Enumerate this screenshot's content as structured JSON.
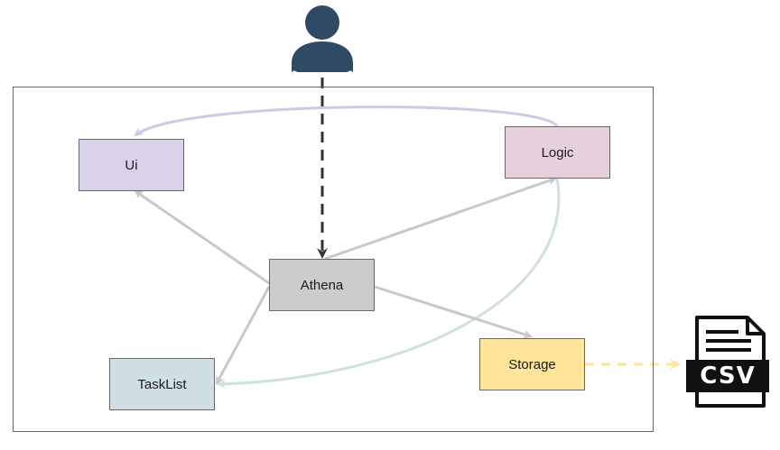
{
  "nodes": {
    "ui": {
      "label": "Ui",
      "fill": "#dad2ea"
    },
    "logic": {
      "label": "Logic",
      "fill": "#e6d0de"
    },
    "athena": {
      "label": "Athena",
      "fill": "#cccccc"
    },
    "tasklist": {
      "label": "TaskList",
      "fill": "#d0dfe3"
    },
    "storage": {
      "label": "Storage",
      "fill": "#ffe599"
    }
  },
  "external": {
    "user_icon": "user-silhouette-icon",
    "csv_icon": "csv-file-icon",
    "csv_label": "CSV"
  },
  "colors": {
    "user": "#2f4a64",
    "arrow_gray": "#c8c8c8",
    "arrow_purple": "#d0c8e4",
    "arrow_teal": "#cfe0e3",
    "arrow_yellow": "#ffe599",
    "dashed_dark": "#333333"
  }
}
